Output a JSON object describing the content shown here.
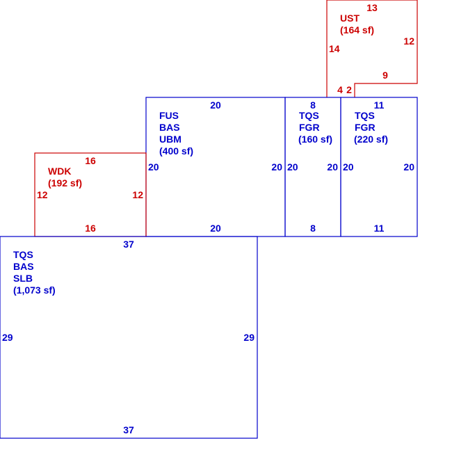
{
  "colors": {
    "structure": "#0000cc",
    "addition": "#cc0000"
  },
  "sections": {
    "ust": {
      "lines": [
        "UST",
        "(164 sf)"
      ],
      "dims": {
        "top": "13",
        "left": "14",
        "right": "12",
        "inner_top": "9",
        "step_a": "4",
        "step_b": "2"
      }
    },
    "fus": {
      "lines": [
        "FUS",
        "BAS",
        "UBM",
        "(400 sf)"
      ],
      "dims": {
        "top": "20",
        "left": "20",
        "right": "20",
        "bottom": "20"
      }
    },
    "tqs_mid": {
      "lines": [
        "TQS",
        "FGR",
        "(160 sf)"
      ],
      "dims": {
        "top": "8",
        "left": "20",
        "right": "20",
        "bottom": "8"
      }
    },
    "tqs_right": {
      "lines": [
        "TQS",
        "FGR",
        "(220 sf)"
      ],
      "dims": {
        "top": "11",
        "left": "20",
        "right": "20",
        "bottom": "11"
      }
    },
    "wdk": {
      "lines": [
        "WDK",
        "(192 sf)"
      ],
      "dims": {
        "top": "16",
        "left": "12",
        "right": "12",
        "bottom": "16"
      }
    },
    "tqs_main": {
      "lines": [
        "TQS",
        "BAS",
        "SLB",
        "(1,073 sf)"
      ],
      "dims": {
        "top": "37",
        "left": "29",
        "right": "29",
        "bottom": "37"
      }
    }
  }
}
